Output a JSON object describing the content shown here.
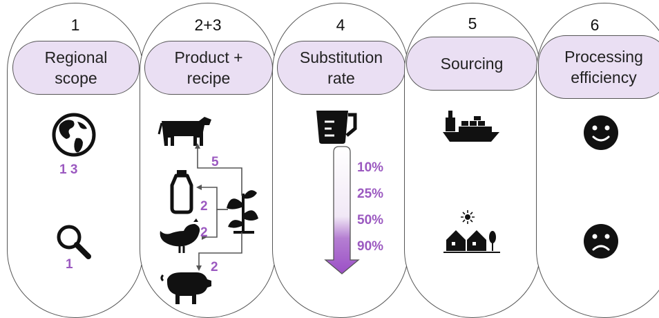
{
  "columns": [
    {
      "number": "1",
      "title": "Regional\nscope"
    },
    {
      "number": "2+3",
      "title": "Product +\nrecipe"
    },
    {
      "number": "4",
      "title": "Substitution\nrate"
    },
    {
      "number": "5",
      "title": "Sourcing"
    },
    {
      "number": "6",
      "title": "Processing\nefficiency"
    }
  ],
  "regional": {
    "globe_refs": "1 3",
    "search_refs": "1"
  },
  "product": {
    "cow_ref": "5",
    "milk_ref": "2",
    "chicken_ref": "2",
    "pig_ref": "2"
  },
  "rates": [
    "10%",
    "25%",
    "50%",
    "90%"
  ],
  "colors": {
    "accent": "#9b59c0",
    "pill": "#eadff3",
    "icon": "#111111"
  },
  "icons": {
    "regional": [
      "globe-icon",
      "magnifier-icon"
    ],
    "product": [
      "cow-icon",
      "milk-bottle-icon",
      "chicken-icon",
      "pig-icon",
      "plant-icon"
    ],
    "substitution": [
      "measuring-cup-icon",
      "gradient-arrow"
    ],
    "sourcing": [
      "cargo-ship-icon",
      "village-icon"
    ],
    "efficiency": [
      "smile-icon",
      "frown-icon"
    ]
  }
}
